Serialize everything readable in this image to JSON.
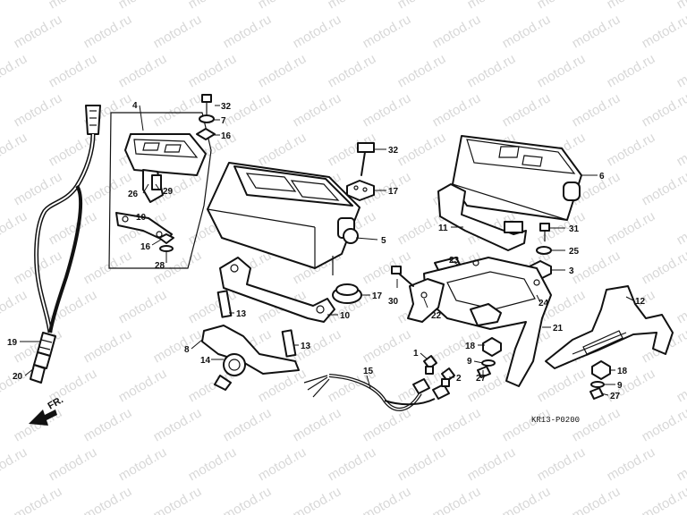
{
  "watermark": "motod.ru",
  "diagram_code": "KR13-P0200",
  "direction_label": "FR.",
  "callouts": [
    {
      "id": "c4",
      "text": "4"
    },
    {
      "id": "c32a",
      "text": "32"
    },
    {
      "id": "c7",
      "text": "7"
    },
    {
      "id": "c16a",
      "text": "16"
    },
    {
      "id": "c26",
      "text": "26"
    },
    {
      "id": "c29",
      "text": "29"
    },
    {
      "id": "c10a",
      "text": "10"
    },
    {
      "id": "c16b",
      "text": "16"
    },
    {
      "id": "c28",
      "text": "28"
    },
    {
      "id": "c32b",
      "text": "32"
    },
    {
      "id": "c17a",
      "text": "17"
    },
    {
      "id": "c5",
      "text": "5"
    },
    {
      "id": "c6",
      "text": "6"
    },
    {
      "id": "c11",
      "text": "11"
    },
    {
      "id": "c31",
      "text": "31"
    },
    {
      "id": "c25",
      "text": "25"
    },
    {
      "id": "c3",
      "text": "3"
    },
    {
      "id": "c23",
      "text": "23"
    },
    {
      "id": "c24",
      "text": "24"
    },
    {
      "id": "c30",
      "text": "30"
    },
    {
      "id": "c22",
      "text": "22"
    },
    {
      "id": "c21",
      "text": "21"
    },
    {
      "id": "c18a",
      "text": "18"
    },
    {
      "id": "c1",
      "text": "1"
    },
    {
      "id": "c9a",
      "text": "9"
    },
    {
      "id": "c27a",
      "text": "27"
    },
    {
      "id": "c2",
      "text": "2"
    },
    {
      "id": "c12",
      "text": "12"
    },
    {
      "id": "c18b",
      "text": "18"
    },
    {
      "id": "c9b",
      "text": "9"
    },
    {
      "id": "c27b",
      "text": "27"
    },
    {
      "id": "c17b",
      "text": "17"
    },
    {
      "id": "c10b",
      "text": "10"
    },
    {
      "id": "c13a",
      "text": "13"
    },
    {
      "id": "c13b",
      "text": "13"
    },
    {
      "id": "c8",
      "text": "8"
    },
    {
      "id": "c14",
      "text": "14"
    },
    {
      "id": "c15",
      "text": "15"
    },
    {
      "id": "c19",
      "text": "19"
    },
    {
      "id": "c20",
      "text": "20"
    }
  ]
}
